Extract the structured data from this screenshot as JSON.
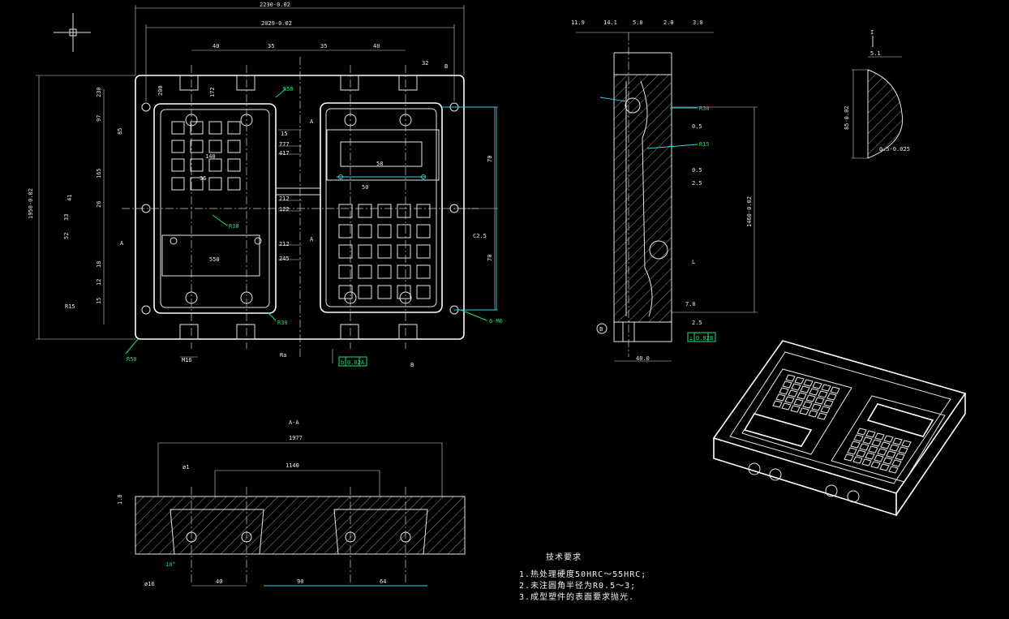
{
  "drawing": {
    "plan_view": {
      "dims_top": [
        "2230-0.02",
        "2029-0.02",
        "40",
        "35",
        "35",
        "40",
        "32"
      ],
      "dims_left": [
        "1950-0.02",
        "230",
        "200",
        "172",
        "97",
        "85",
        "165",
        "41",
        "26",
        "33",
        "52",
        "18",
        "12",
        "15"
      ],
      "labels": [
        "R50",
        "R50",
        "R30",
        "R30",
        "A",
        "A",
        "A",
        "B",
        "B",
        "Ra",
        "C2.5",
        "R15",
        "6-M6",
        "M16",
        "58",
        "550",
        "15",
        "777",
        "417",
        "212",
        "122",
        "212",
        "245",
        "140",
        "70",
        "70",
        "50",
        "36"
      ],
      "tolerance_frame": [
        "b",
        "0.02",
        "A"
      ]
    },
    "side_view": {
      "dims_top": [
        "11.9",
        "14.1",
        "5.0",
        "2.0",
        "3.0"
      ],
      "labels": [
        "R30",
        "R15",
        "0.5",
        "0.5",
        "2.5",
        "2.5",
        "7.0",
        "1460-0.02",
        "40.0",
        "L",
        "B"
      ],
      "tolerance_frame": [
        "⊥",
        "0.02",
        "B"
      ]
    },
    "detail_view": {
      "labels": [
        "I",
        "5.1",
        "85-0.02",
        "0.5-0.025"
      ]
    },
    "section_view": {
      "title": "A-A",
      "dims": [
        "1977",
        "ø1",
        "1140",
        "1.8",
        "ø16",
        "40",
        "90",
        "64",
        "10°"
      ]
    },
    "tech_requirements": {
      "title": "技术要求",
      "items": [
        "1.热处理硬度50HRC～55HRC;",
        "2.未注圆角半径为R0.5～3;",
        "3.成型塑件的表面要求抛光."
      ]
    }
  },
  "colors": {
    "background": "#000000",
    "geometry": "#e6e6e6",
    "annotation_green": "#19e36a",
    "annotation_cyan": "#2fd6e0"
  }
}
